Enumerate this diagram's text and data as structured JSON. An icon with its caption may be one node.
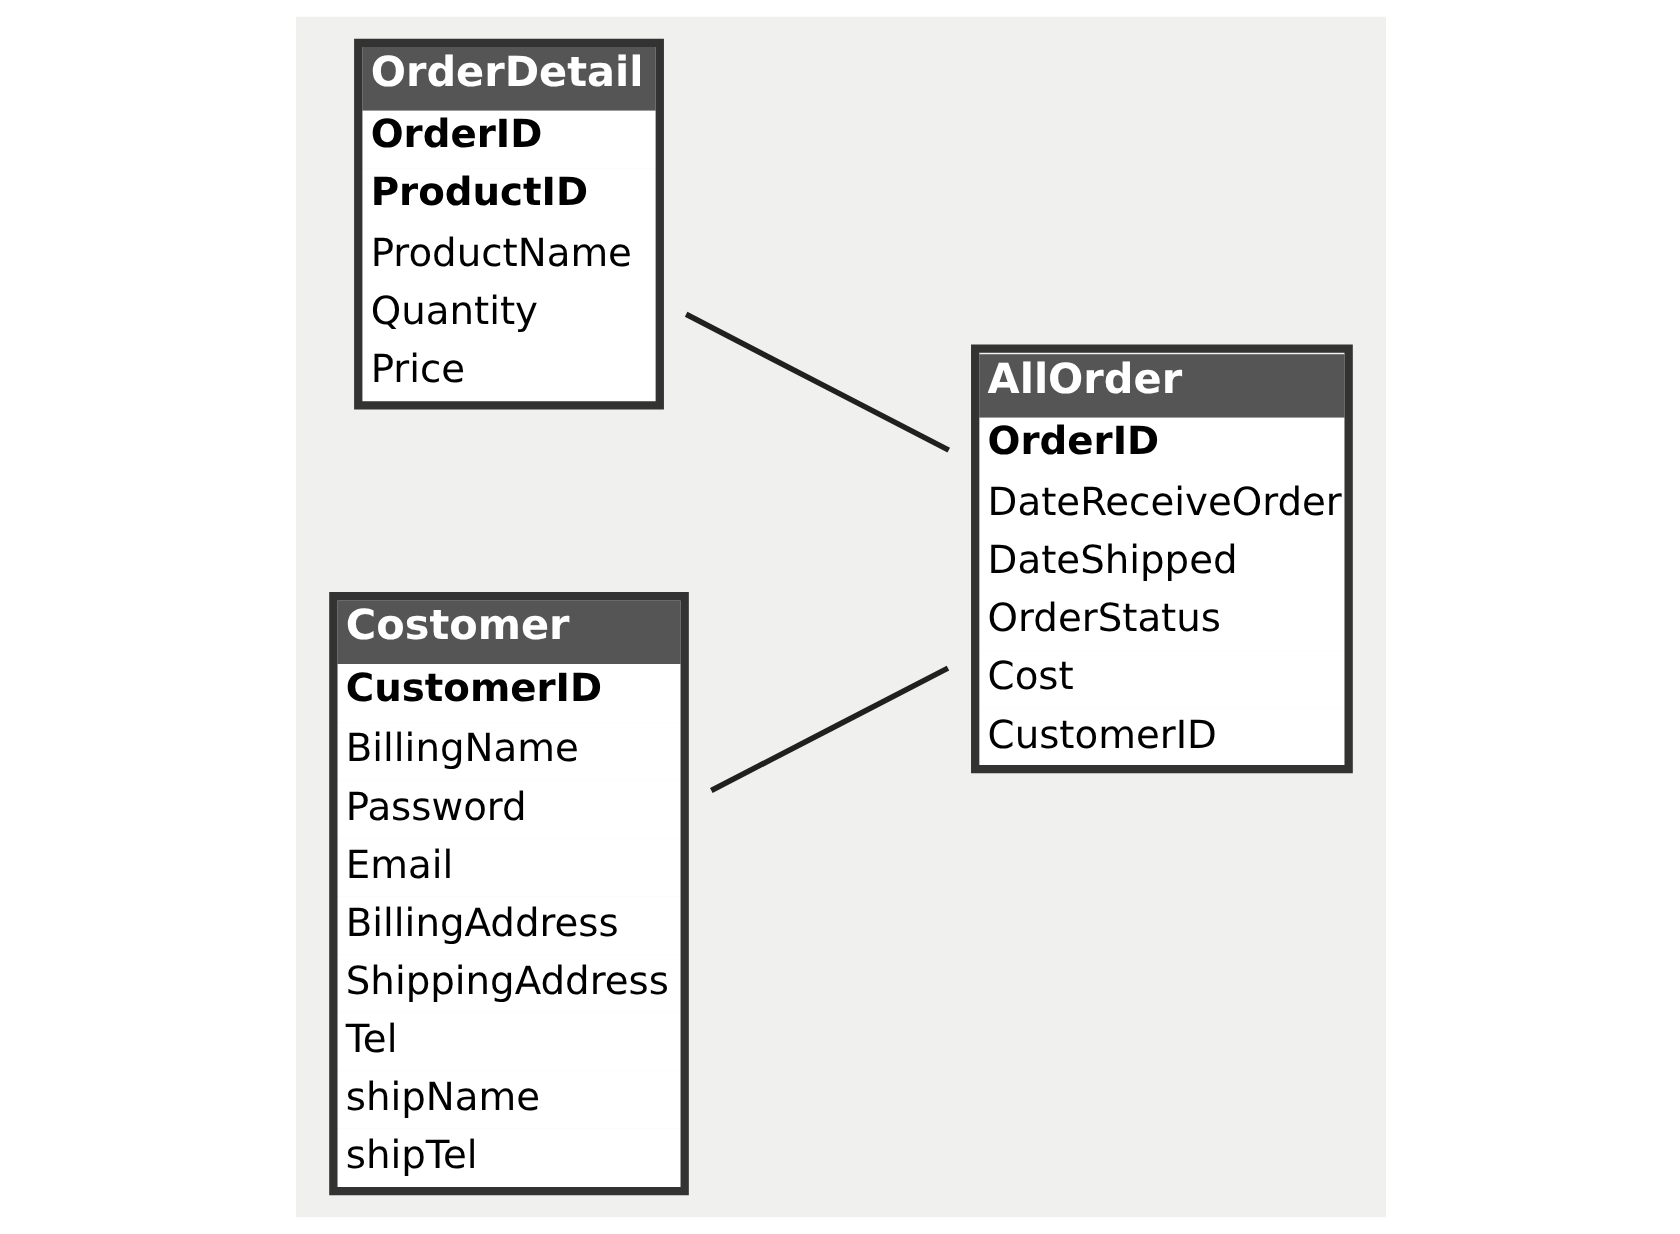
{
  "diagram": {
    "nodes": [
      {
        "text": [
          "OrderDetail",
          "OrderID",
          "ProductID",
          "ProductName",
          "Quantity",
          "Price"
        ]
      },
      {
        "text": [
          "AllOrder",
          "OrderID",
          "DateReceiveOrder",
          "DateShipped",
          "OrderStatus",
          "Cost",
          "CustomerID"
        ]
      },
      {
        "text": [
          "Costomer",
          "CustomerID",
          "BillingName",
          "Password",
          "Email",
          "BillingAddress",
          "ShippingAddress",
          "Tel",
          "shipName",
          "shipTel"
        ]
      }
    ],
    "edges": [
      {
        "from": 0,
        "to": 1,
        "arrow": "none"
      },
      {
        "from": 2,
        "to": 1,
        "arrow": "none"
      }
    ]
  }
}
